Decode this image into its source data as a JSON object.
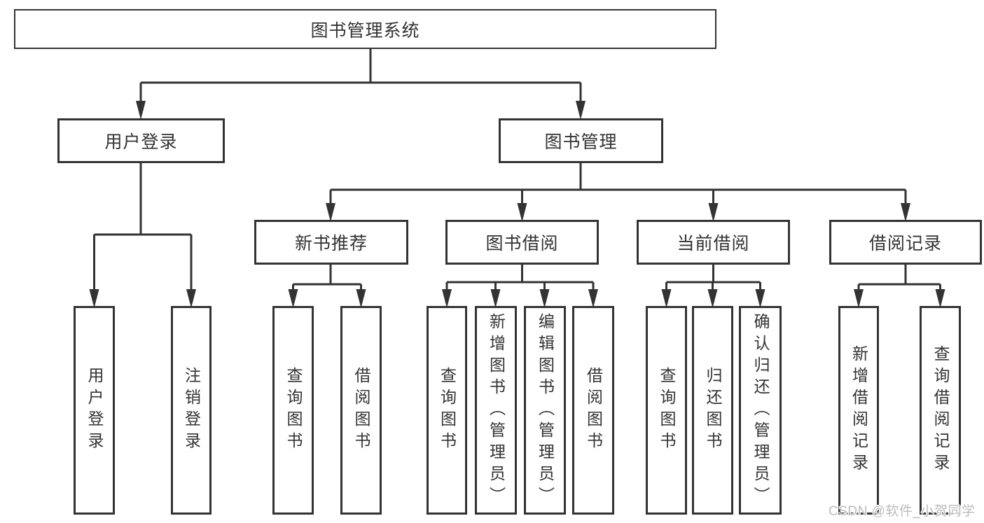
{
  "colors": {
    "line": "#333333",
    "text": "#333333",
    "box_background": "#ffffff",
    "page_background": "#ffffff",
    "watermark": "#bcbcbc"
  },
  "watermark": {
    "text": "CSDN @软件_小贺同学"
  },
  "tree": {
    "root": {
      "label": "图书管理系统"
    },
    "branches": [
      {
        "label": "用户登录",
        "children": [
          {
            "label": "用户登录"
          },
          {
            "label": "注销登录"
          }
        ]
      },
      {
        "label": "图书管理",
        "children": [
          {
            "label": "新书推荐",
            "children": [
              {
                "label": "查询图书"
              },
              {
                "label": "借阅图书"
              }
            ]
          },
          {
            "label": "图书借阅",
            "children": [
              {
                "label": "查询图书"
              },
              {
                "label": "新增图书（管理员）"
              },
              {
                "label": "编辑图书（管理员）"
              },
              {
                "label": "借阅图书"
              }
            ]
          },
          {
            "label": "当前借阅",
            "children": [
              {
                "label": "查询图书"
              },
              {
                "label": "归还图书"
              },
              {
                "label": "确认归还（管理员）"
              }
            ]
          },
          {
            "label": "借阅记录",
            "children": [
              {
                "label": "新增借阅记录"
              },
              {
                "label": "查询借阅记录"
              }
            ]
          }
        ]
      }
    ]
  }
}
